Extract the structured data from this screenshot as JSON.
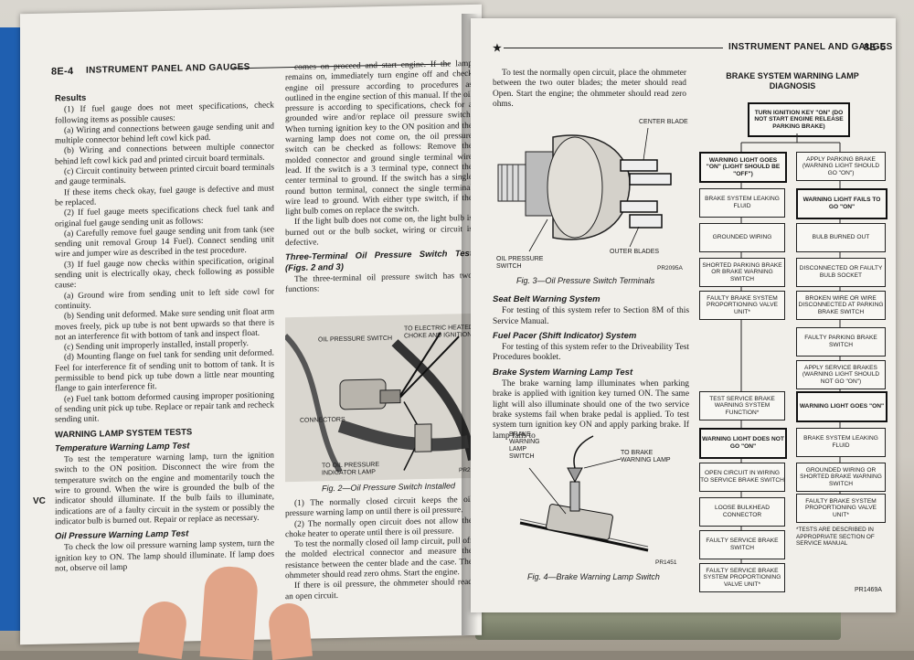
{
  "left_page": {
    "page_number": "8E-4",
    "running_head": "INSTRUMENT PANEL AND GAUGES",
    "margin_mark": "VC",
    "col1": [
      {
        "t": "h",
        "v": "Results"
      },
      {
        "t": "p",
        "v": "(1) If fuel gauge does not meet specifications, check following items as possible causes:"
      },
      {
        "t": "p",
        "v": "(a) Wiring and connections between gauge sending unit and multiple connector behind left cowl kick pad."
      },
      {
        "t": "p",
        "v": "(b) Wiring and connections between multiple connector behind left cowl kick pad and printed circuit board terminals."
      },
      {
        "t": "p",
        "v": "(c) Circuit continuity between printed circuit board terminals and gauge terminals."
      },
      {
        "t": "p",
        "v": "If these items check okay, fuel gauge is defective and must be replaced."
      },
      {
        "t": "p",
        "v": "(2) If fuel gauge meets specifications check fuel tank and original fuel gauge sending unit as follows:"
      },
      {
        "t": "p",
        "v": "(a) Carefully remove fuel gauge sending unit from tank (see sending unit removal Group 14 Fuel). Connect sending unit wire and jumper wire as described in the test procedure."
      },
      {
        "t": "p",
        "v": "(3) If fuel gauge now checks within specification, original sending unit is electrically okay, check following as possible cause:"
      },
      {
        "t": "p",
        "v": "(a) Ground wire from sending unit to left side cowl for continuity."
      },
      {
        "t": "p",
        "v": "(b) Sending unit deformed. Make sure sending unit float arm moves freely, pick up tube is not bent upwards so that there is not an interference fit with bottom of tank and inspect float."
      },
      {
        "t": "p",
        "v": "(c) Sending unit improperly installed, install properly."
      },
      {
        "t": "p",
        "v": "(d) Mounting flange on fuel tank for sending unit deformed. Feel for interference fit of sending unit to bottom of tank. It is permissible to bend pick up tube down a little near mounting flange to gain interference fit."
      },
      {
        "t": "p",
        "v": "(e) Fuel tank bottom deformed causing improper positioning of sending unit pick up tube. Replace or repair tank and recheck sending unit."
      },
      {
        "t": "h",
        "v": "WARNING LAMP SYSTEM TESTS"
      },
      {
        "t": "hi",
        "v": "Temperature Warning Lamp Test"
      },
      {
        "t": "p",
        "v": "To test the temperature warning lamp, turn the ignition switch to the ON position. Disconnect the wire from the temperature switch on the engine and momentarily touch the wire to ground. When the wire is grounded the bulb of the indicator should illuminate. If the bulb fails to illuminate, indications are of a faulty circuit in the system or possibly the indicator bulb is burned out. Repair or replace as necessary."
      },
      {
        "t": "hi",
        "v": "Oil Pressure Warning Lamp Test"
      },
      {
        "t": "p",
        "v": "To check the low oil pressure warning lamp system, turn the ignition key to ON. The lamp should illuminate. If lamp does not, observe oil lamp"
      }
    ],
    "col2": [
      {
        "t": "p",
        "v": "comes on proceed and start engine. If the lamp remains on, immediately turn engine off and check engine oil pressure according to procedures as outlined in the engine section of this manual. If the oil pressure is according to specifications, check for a grounded wire and/or replace oil pressure switch. When turning ignition key to the ON position and the warning lamp does not come on, the oil pressure switch can be checked as follows: Remove the molded connector and ground single terminal wire lead. If the switch is a 3 terminal type, connect the center terminal to ground. If the switch has a single round button terminal, connect the single terminal wire lead to ground. With either type switch, if the light bulb comes on replace the switch."
      },
      {
        "t": "p",
        "v": "If the light bulb does not come on, the light bulb is burned out or the bulb socket, wiring or circuit is defective."
      },
      {
        "t": "hi",
        "v": "Three-Terminal Oil Pressure Switch Test (Figs. 2 and 3)"
      },
      {
        "t": "p",
        "v": "The three-terminal oil pressure switch has two functions:"
      }
    ],
    "col2_after": [
      {
        "t": "p",
        "v": "(1) The normally closed circuit keeps the oil pressure warning lamp on until there is oil pressure."
      },
      {
        "t": "p",
        "v": "(2) The normally open circuit does not allow the choke heater to operate until there is oil pressure."
      },
      {
        "t": "p",
        "v": "To test the normally closed oil lamp circuit, pull off the molded electrical connector and measure the resistance between the center blade and the case. The ohmmeter should read zero ohms. Start the engine."
      },
      {
        "t": "p",
        "v": "If there is oil pressure, the ohmmeter should read an open circuit."
      }
    ],
    "fig2": {
      "caption": "Fig. 2—Oil Pressure Switch Installed",
      "labels": [
        "OIL PRESSURE SWITCH",
        "TO ELECTRIC HEATED CHOKE AND IGNITION",
        "CONNECTORS",
        "TO OIL PRESSURE INDICATOR LAMP"
      ],
      "ref": "PR2"
    }
  },
  "right_page": {
    "page_number": "8E-5",
    "running_head": "INSTRUMENT PANEL AND GAUGES",
    "star": "★",
    "col": [
      {
        "t": "p",
        "v": "To test the normally open circuit, place the ohmmeter between the two outer blades; the meter should read Open. Start the engine; the ohmmeter should read zero ohms."
      }
    ],
    "fig3": {
      "caption": "Fig. 3—Oil Pressure Switch Terminals",
      "labels": [
        "CENTER BLADE",
        "OIL PRESSURE SWITCH",
        "OUTER BLADES"
      ],
      "ref": "PR2095A"
    },
    "col_after": [
      {
        "t": "hi",
        "v": "Seat Belt Warning System"
      },
      {
        "t": "p",
        "v": "For testing of this system refer to Section 8M of this Service Manual."
      },
      {
        "t": "hi",
        "v": "Fuel Pacer (Shift Indicator) System"
      },
      {
        "t": "p",
        "v": "For testing of this system refer to the Driveability Test Procedures booklet."
      },
      {
        "t": "hi",
        "v": "Brake System Warning Lamp Test"
      },
      {
        "t": "p",
        "v": "The brake warning lamp illuminates when parking brake is applied with ignition key turned ON. The same light will also illuminate should one of the two service brake systems fail when brake pedal is applied. To test system turn ignition key ON and apply parking brake. If lamp fails to"
      }
    ],
    "fig4": {
      "caption": "Fig. 4—Brake Warning Lamp Switch",
      "labels": [
        "BRAKE WARNING LAMP SWITCH",
        "TO BRAKE WARNING LAMP"
      ],
      "ref": "PR1451"
    },
    "flowchart": {
      "title": "BRAKE SYSTEM WARNING LAMP DIAGNOSIS",
      "top": "TURN IGNITION KEY \"ON\" (DO NOT START ENGINE RELEASE PARKING BRAKE)",
      "left": [
        "WARNING LIGHT GOES \"ON\" (LIGHT SHOULD BE \"OFF\")",
        "BRAKE SYSTEM LEAKING FLUID",
        "GROUNDED WIRING",
        "SHORTED PARKING BRAKE OR BRAKE WARNING SWITCH",
        "FAULTY BRAKE SYSTEM PROPORTIONING VALVE UNIT*",
        "TEST SERVICE BRAKE WARNING SYSTEM FUNCTION*",
        "WARNING LIGHT DOES NOT GO \"ON\"",
        "OPEN CIRCUIT IN WIRING TO SERVICE BRAKE SWITCH",
        "LOOSE BULKHEAD CONNECTOR",
        "FAULTY SERVICE BRAKE SWITCH",
        "FAULTY SERVICE BRAKE SYSTEM PROPORTIONING VALVE UNIT*"
      ],
      "right": [
        "APPLY PARKING BRAKE (WARNING LIGHT SHOULD GO \"ON\")",
        "WARNING LIGHT FAILS TO GO \"ON\"",
        "BULB BURNED OUT",
        "DISCONNECTED OR FAULTY BULB SOCKET",
        "BROKEN WIRE OR WIRE DISCONNECTED AT PARKING BRAKE SWITCH",
        "FAULTY PARKING BRAKE SWITCH",
        "APPLY SERVICE BRAKES (WARNING LIGHT SHOULD NOT GO \"ON\")",
        "WARNING LIGHT GOES \"ON\"",
        "BRAKE SYSTEM LEAKING FLUID",
        "GROUNDED WIRING OR SHORTED BRAKE WARNING SWITCH",
        "FAULTY BRAKE SYSTEM PROPORTIONING VALVE UNIT*"
      ],
      "note": "*TESTS ARE DESCRIBED IN APPROPRIATE SECTION OF SERVICE MANUAL",
      "ref": "PR1469A"
    }
  }
}
